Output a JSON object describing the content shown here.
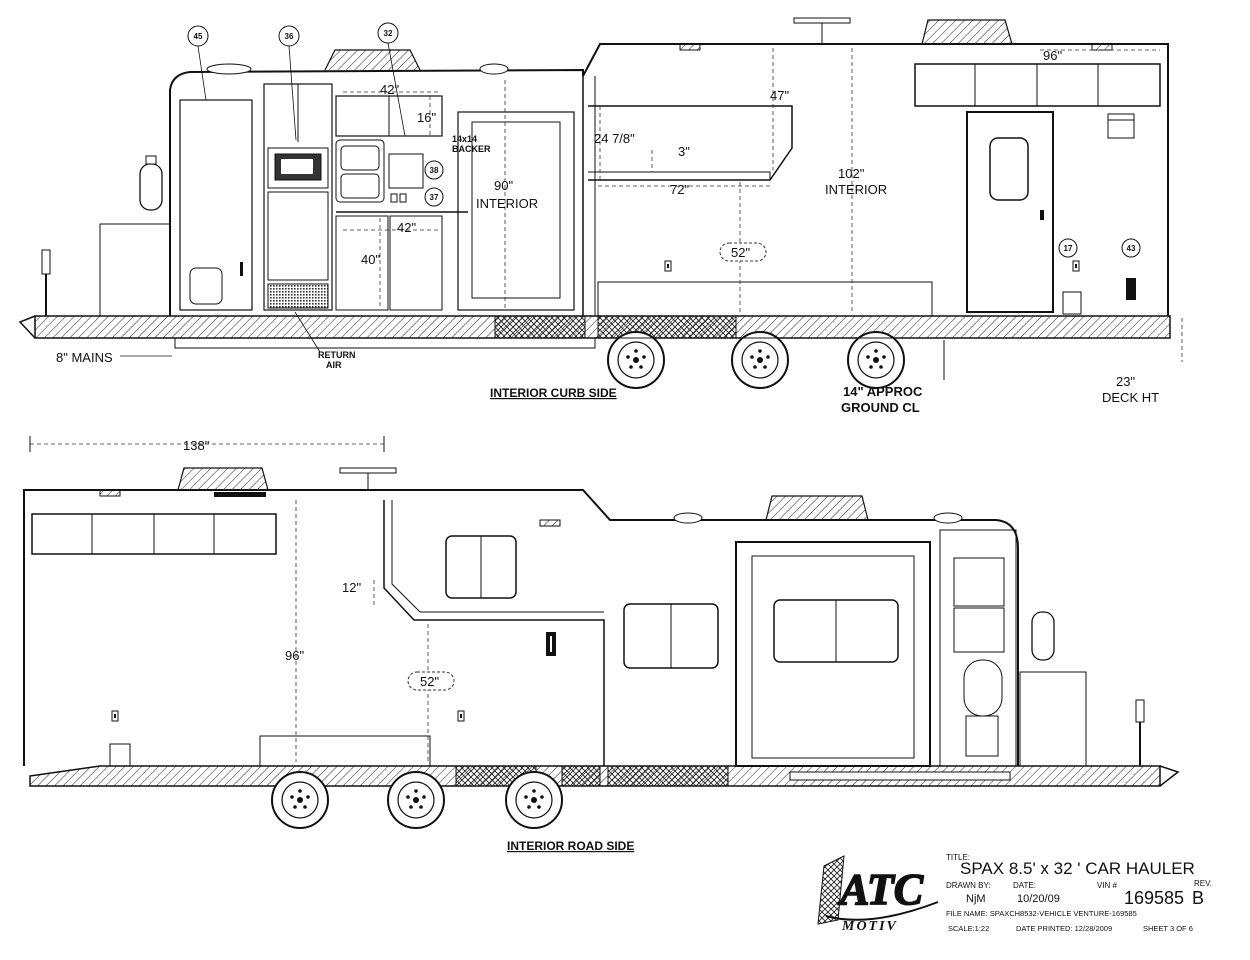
{
  "curb_side": {
    "heading": "INTERIOR CURB SIDE",
    "callouts": [
      "45",
      "36",
      "32",
      "38",
      "37",
      "17",
      "43"
    ],
    "dims": {
      "top_width": "96\"",
      "cab_upper_width": "42\"",
      "cab_upper_height": "16\"",
      "backer": "14x14",
      "backer2": "BACKER",
      "cab_lower_width": "42\"",
      "cab_lower_height": "40\"",
      "bath_interior_num": "90\"",
      "bath_interior_lbl": "INTERIOR",
      "loft_height": "47\"",
      "loft_depth": "24 7/8\"",
      "loft_gap": "3\"",
      "loft_length": "72\"",
      "main_interior_num": "102\"",
      "main_interior_lbl": "INTERIOR",
      "wall_height": "52\"",
      "mains": "8\" MAINS",
      "return_air_1": "RETURN",
      "return_air_2": "AIR",
      "ground_1": "14\" APPROC",
      "ground_2": "GROUND CL",
      "deck_1": "23\"",
      "deck_2": "DECK HT"
    }
  },
  "road_side": {
    "heading": "INTERIOR ROAD SIDE",
    "dims": {
      "front_length": "138\"",
      "step": "12\"",
      "interior_height": "96\"",
      "wall_height": "52\""
    }
  },
  "title_block": {
    "title_label": "TITLE:",
    "title": "SPAX 8.5' x 32 ' CAR HAULER",
    "drawn_by_label": "DRAWN BY:",
    "date_label": "DATE:",
    "vin_label": "VIN #",
    "rev_label": "REV.",
    "drawn_by": "NjM",
    "date": "10/20/09",
    "vin": "169585",
    "rev": "B",
    "file_name": "FILE NAME: SPAXCH8532-VEHICLE VENTURE-169585",
    "scale": "SCALE:1:22",
    "date_printed": "DATE PRINTED: 12/28/2009",
    "sheet": "SHEET 3 OF 6"
  },
  "logo": {
    "brand": "ATC",
    "sub": "MOTIV"
  }
}
